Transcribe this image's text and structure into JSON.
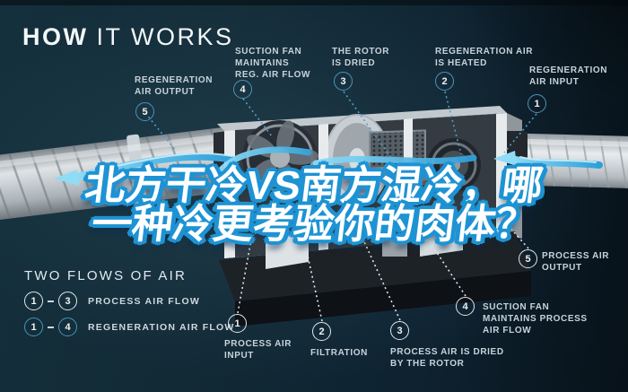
{
  "header": {
    "title_bold": "HOW",
    "title_rest": "IT WORKS"
  },
  "overlay_title": {
    "line1": "北方干冷VS南方湿冷，哪",
    "line2": "一种冷更考验你的肉体？"
  },
  "callouts": {
    "regeneration": [
      {
        "number": "5",
        "label": "REGENERATION\nAIR OUTPUT"
      },
      {
        "number": "4",
        "label": "SUCTION FAN\nMAINTAINS\nREG. AIR FLOW"
      },
      {
        "number": "3",
        "label": "THE ROTOR\nIS DRIED"
      },
      {
        "number": "2",
        "label": "REGENERATION AIR\nIS HEATED"
      },
      {
        "number": "1",
        "label": "REGENERATION\nAIR INPUT"
      }
    ],
    "process": [
      {
        "number": "1",
        "label": "PROCESS AIR\nINPUT"
      },
      {
        "number": "2",
        "label": "FILTRATION"
      },
      {
        "number": "3",
        "label": "PROCESS AIR IS DRIED\nBY THE ROTOR"
      },
      {
        "number": "4",
        "label": "SUCTION FAN\nMAINTAINS PROCESS\nAIR FLOW"
      },
      {
        "number": "5",
        "label": "PROCESS AIR\nOUTPUT"
      }
    ]
  },
  "legend": {
    "heading": "TWO FLOWS OF AIR",
    "rows": [
      {
        "start": "1",
        "end": "3",
        "label": "PROCESS AIR FLOW",
        "style": "process"
      },
      {
        "start": "1",
        "end": "4",
        "label": "REGENERATION AIR FLOW",
        "style": "regeneration"
      }
    ]
  },
  "colors": {
    "background": "#122a36",
    "overlay_text_outline": "#1d93d4",
    "regeneration_circle": "#4a94ba",
    "process_circle": "#dfe8ee",
    "label_text": "#c7d3da",
    "heater_orange": "#e8842a",
    "flow_arrow_blue": "#4db4e6"
  }
}
